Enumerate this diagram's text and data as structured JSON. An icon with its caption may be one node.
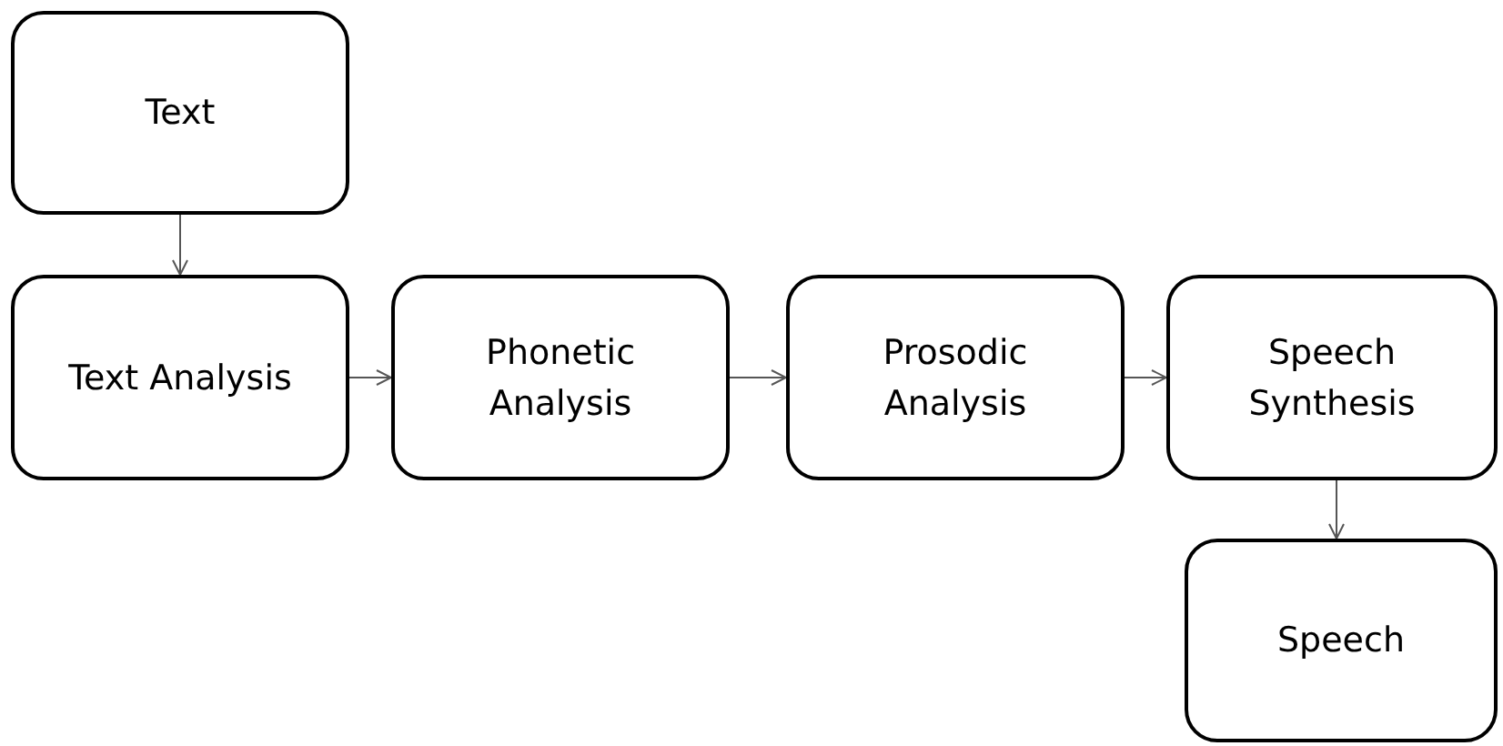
{
  "diagram": {
    "nodes": [
      {
        "text": [
          "Text"
        ]
      },
      {
        "text": [
          "Text Analysis"
        ]
      },
      {
        "text": [
          "Phonetic Analysis"
        ]
      },
      {
        "text": [
          "Prosodic Analysis"
        ]
      },
      {
        "text": [
          "Speech Synthesis"
        ]
      },
      {
        "text": [
          "Speech"
        ]
      }
    ],
    "edges": [
      {
        "from": 0,
        "to": 1,
        "arrow": "to"
      },
      {
        "from": 1,
        "to": 2,
        "arrow": "to"
      },
      {
        "from": 2,
        "to": 3,
        "arrow": "to"
      },
      {
        "from": 3,
        "to": 4,
        "arrow": "to"
      },
      {
        "from": 4,
        "to": 5,
        "arrow": "to"
      }
    ]
  }
}
